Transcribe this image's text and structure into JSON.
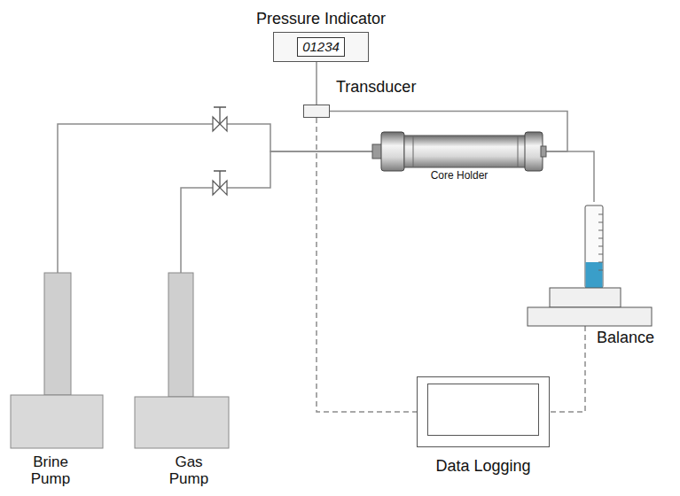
{
  "diagram": {
    "nodes": [
      {
        "text": [
          "Pressure Indicator",
          "01234"
        ]
      },
      {
        "text": [
          "Transducer"
        ]
      },
      {
        "text": [
          "Core Holder"
        ]
      },
      {
        "text": [
          "Balance"
        ]
      },
      {
        "text": [
          "Data Logging"
        ]
      },
      {
        "text": [
          "Brine Pump"
        ]
      },
      {
        "text": [
          "Gas Pump"
        ]
      }
    ],
    "edges": [
      {
        "from": 1,
        "to": 0,
        "arrow": "none"
      },
      {
        "from": 1,
        "to": 2,
        "arrow": "none"
      },
      {
        "from": 5,
        "to": 2,
        "arrow": "none"
      },
      {
        "from": 6,
        "to": 2,
        "arrow": "none"
      },
      {
        "from": 2,
        "to": 3,
        "arrow": "none"
      },
      {
        "from": 3,
        "to": 4,
        "arrow": "none"
      },
      {
        "from": 1,
        "to": 4,
        "arrow": "none"
      }
    ]
  }
}
